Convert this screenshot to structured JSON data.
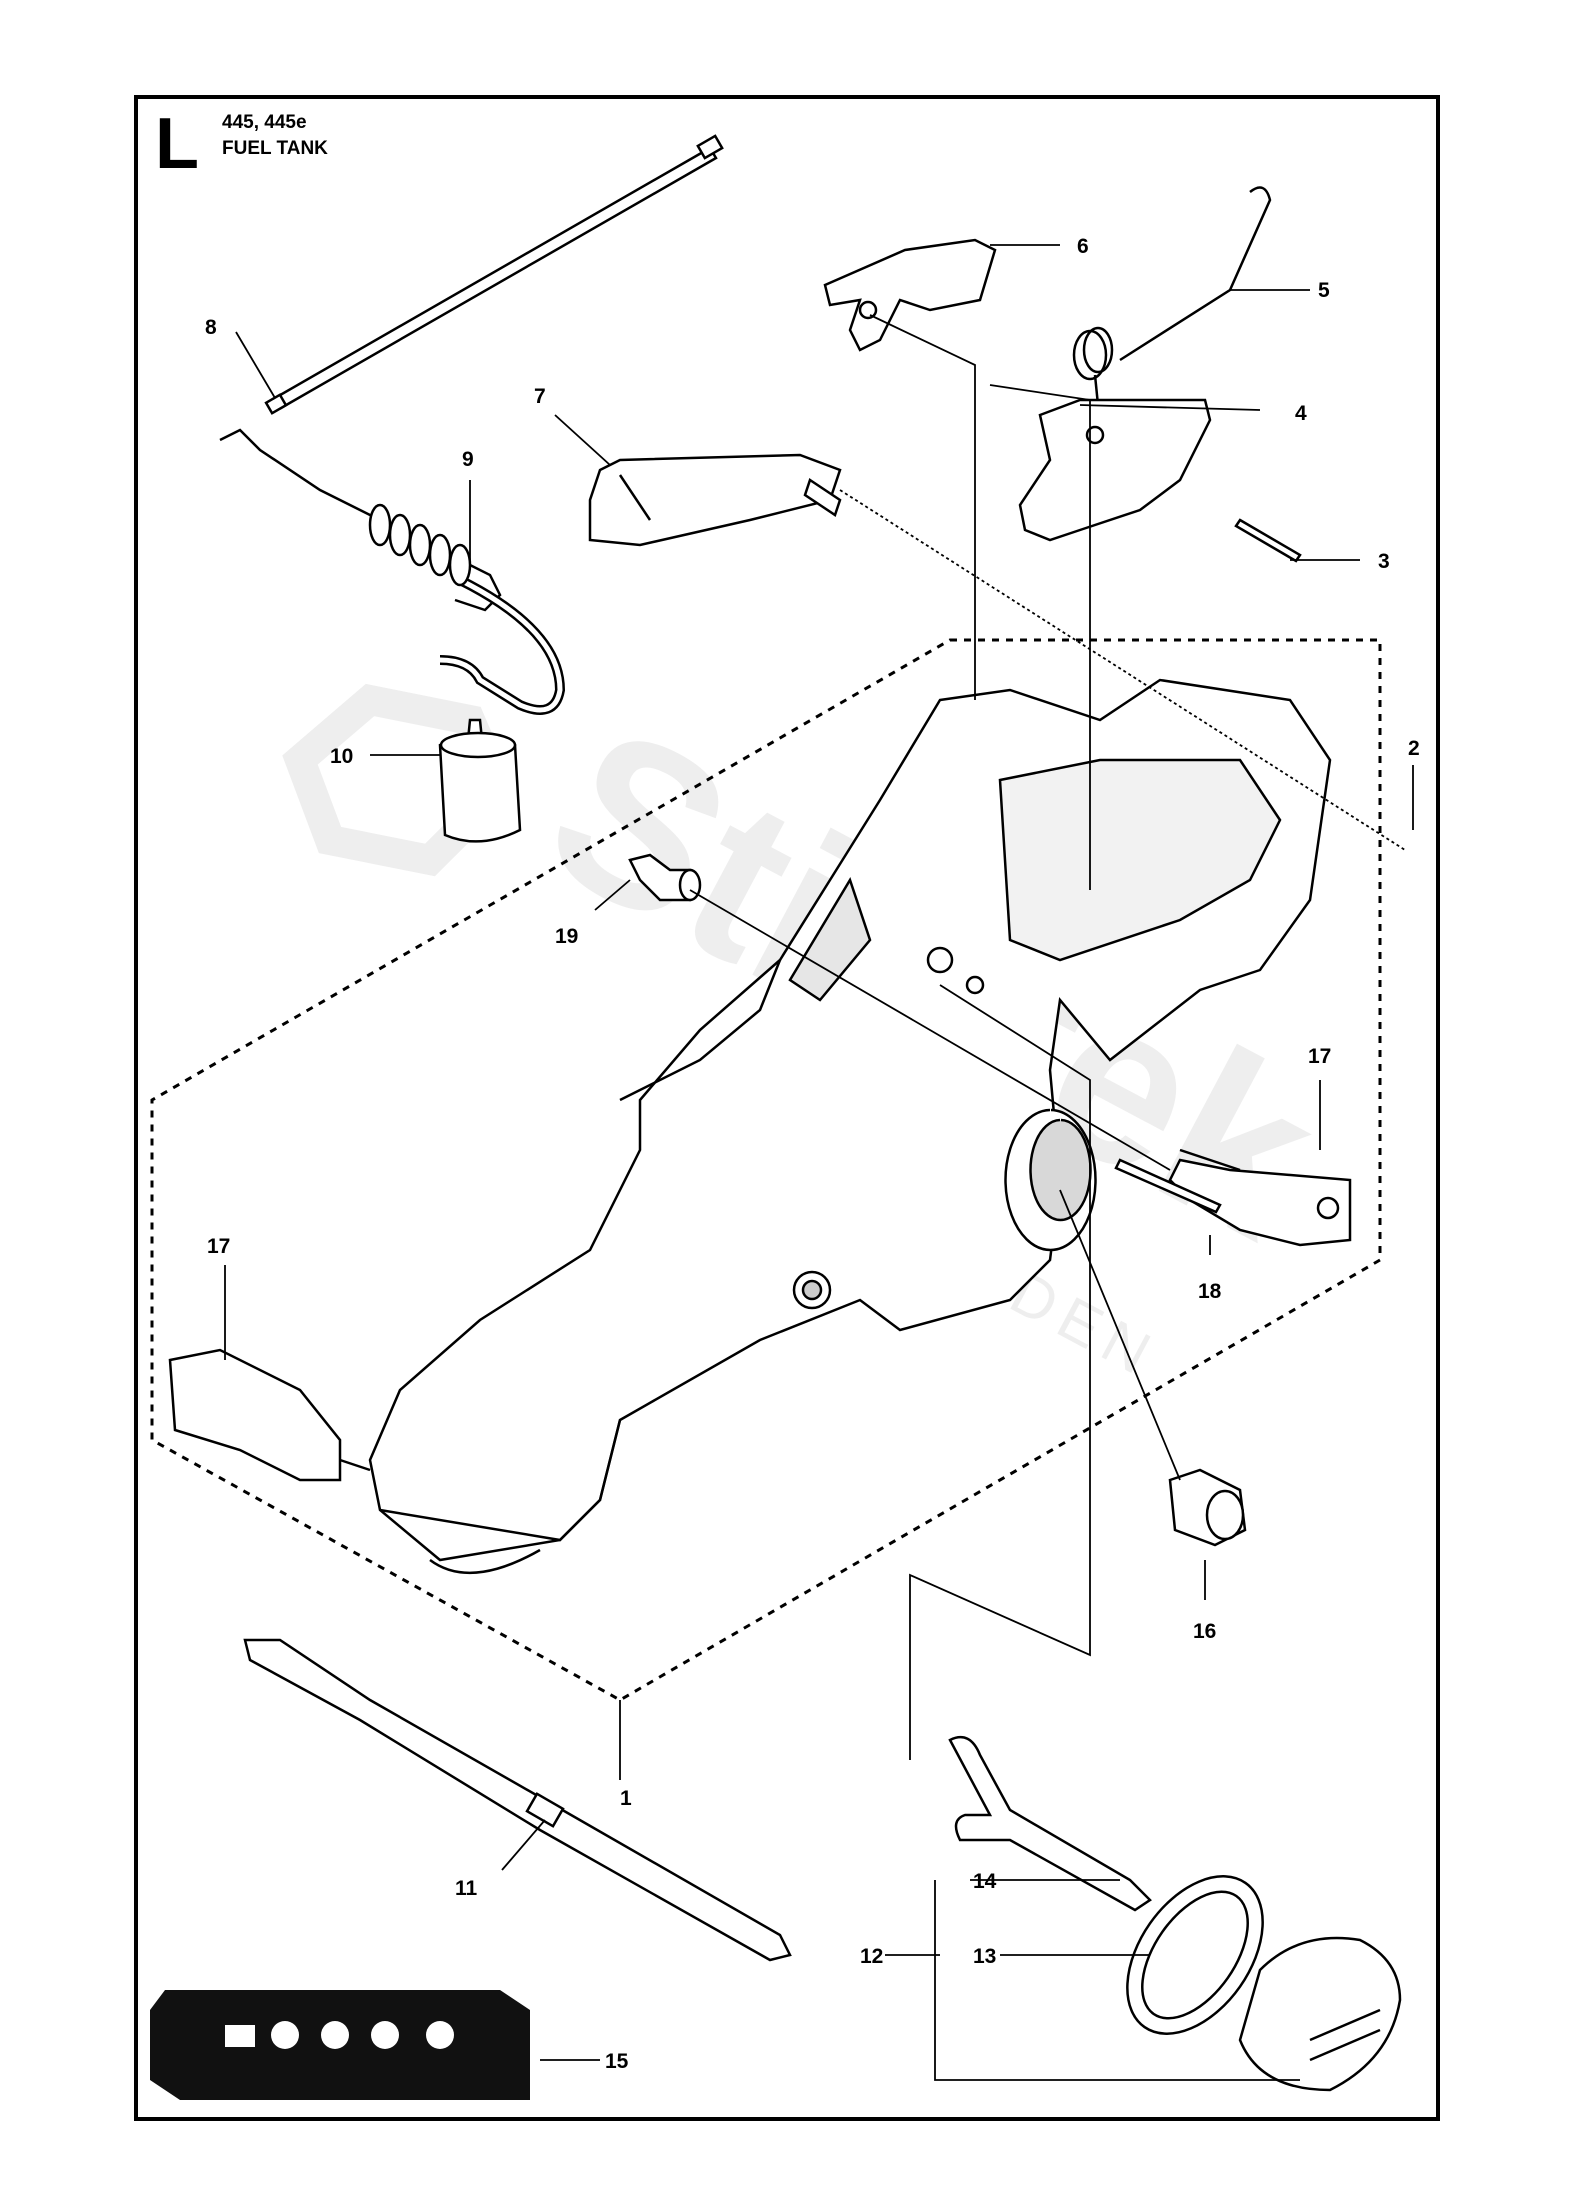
{
  "header": {
    "section_letter": "L",
    "model": "445, 445e",
    "title": "FUEL TANK"
  },
  "watermark": {
    "brand": "Stiletek",
    "sub": "GARDEN"
  },
  "callouts": [
    "1",
    "2",
    "3",
    "4",
    "5",
    "6",
    "7",
    "8",
    "9",
    "10",
    "11",
    "12",
    "13",
    "14",
    "15",
    "16",
    "17",
    "17",
    "18",
    "19"
  ],
  "colors": {
    "line": "#000000",
    "fill": "#ffffff",
    "shade": "#cfcfcf",
    "watermark": "#ededed"
  }
}
